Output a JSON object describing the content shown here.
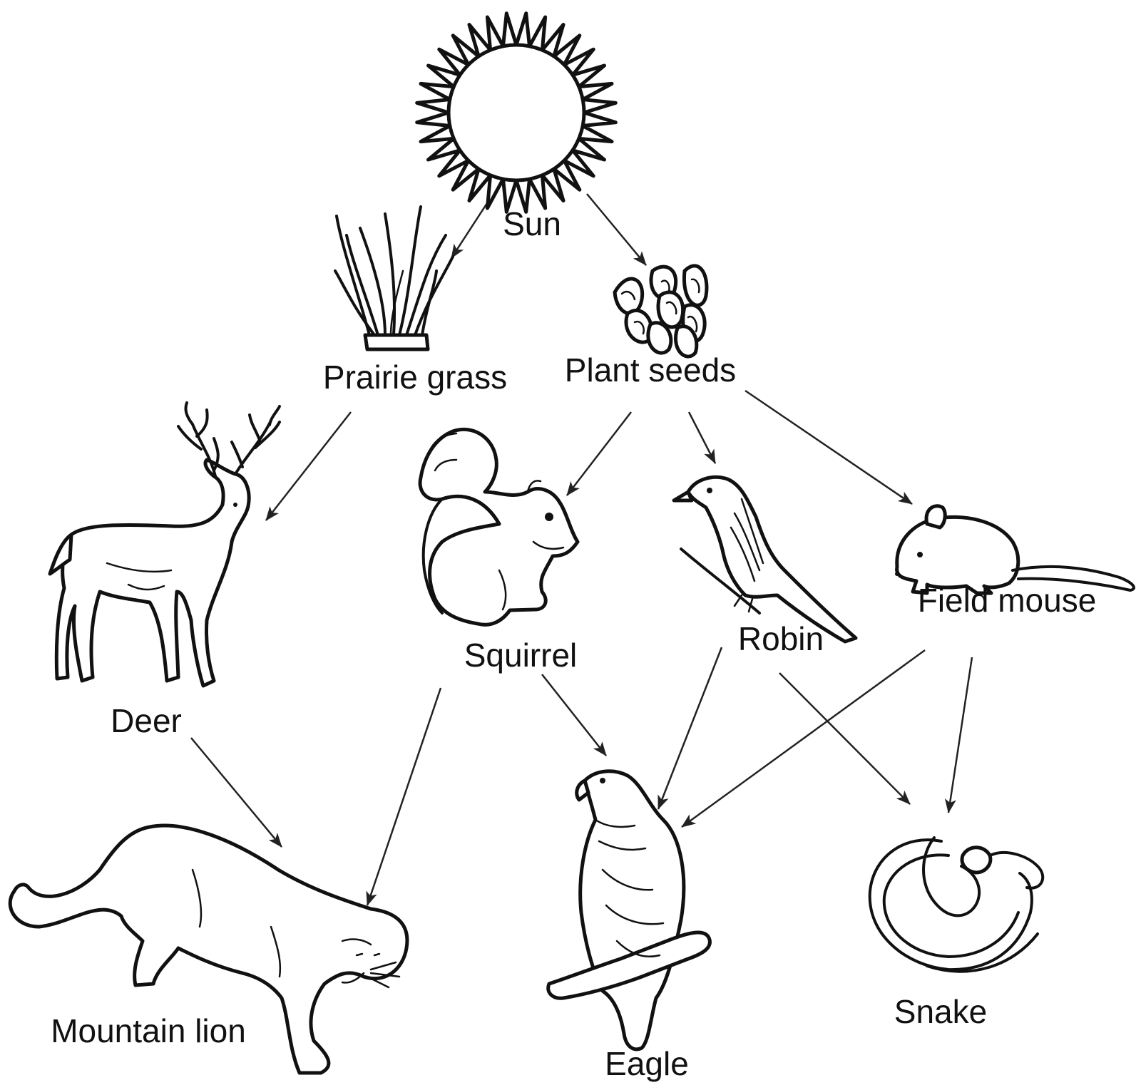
{
  "nodes": {
    "sun": {
      "label": "Sun",
      "icon": "sun-icon"
    },
    "prairie_grass": {
      "label": "Prairie grass",
      "icon": "grass-icon"
    },
    "plant_seeds": {
      "label": "Plant seeds",
      "icon": "seeds-icon"
    },
    "deer": {
      "label": "Deer",
      "icon": "deer-icon"
    },
    "squirrel": {
      "label": "Squirrel",
      "icon": "squirrel-icon"
    },
    "robin": {
      "label": "Robin",
      "icon": "robin-icon"
    },
    "field_mouse": {
      "label": "Field mouse",
      "icon": "mouse-icon"
    },
    "mountain_lion": {
      "label": "Mountain lion",
      "icon": "mountain-lion-icon"
    },
    "eagle": {
      "label": "Eagle",
      "icon": "eagle-icon"
    },
    "snake": {
      "label": "Snake",
      "icon": "snake-icon"
    }
  },
  "edges": [
    {
      "from": "sun",
      "to": "prairie_grass"
    },
    {
      "from": "sun",
      "to": "plant_seeds"
    },
    {
      "from": "prairie_grass",
      "to": "deer"
    },
    {
      "from": "plant_seeds",
      "to": "squirrel"
    },
    {
      "from": "plant_seeds",
      "to": "robin"
    },
    {
      "from": "plant_seeds",
      "to": "field_mouse"
    },
    {
      "from": "deer",
      "to": "mountain_lion"
    },
    {
      "from": "squirrel",
      "to": "mountain_lion"
    },
    {
      "from": "squirrel",
      "to": "eagle"
    },
    {
      "from": "robin",
      "to": "eagle"
    },
    {
      "from": "robin",
      "to": "snake"
    },
    {
      "from": "field_mouse",
      "to": "eagle"
    },
    {
      "from": "field_mouse",
      "to": "snake"
    }
  ],
  "colors": {
    "ink": "#111111",
    "background": "#ffffff"
  }
}
